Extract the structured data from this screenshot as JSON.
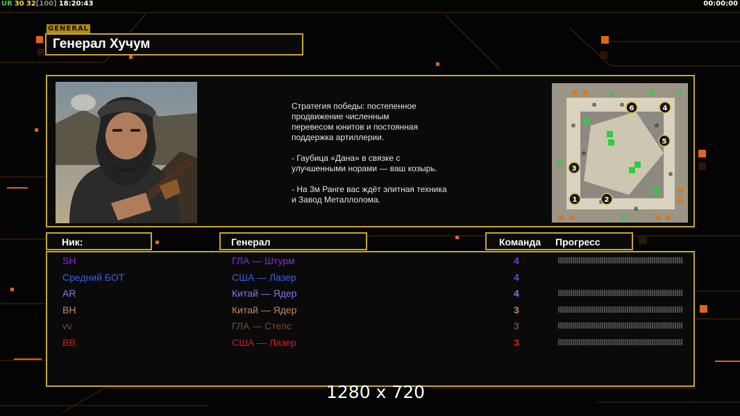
{
  "hud": {
    "flag": "UR",
    "v1": "30",
    "v2": "32",
    "v3": "[100]",
    "time": "18:20:43",
    "timer": "00:00:00"
  },
  "general": {
    "tag": "GENERAL",
    "name": "Генерал Хучум"
  },
  "description": [
    "Стратегия победы: постепенное\nпродвижение численным\nперевесом юнитов и постоянная\nподдержка артиллерии.",
    "- Гаубица «Дана» в связке с\nулучшенными норами — ваш козырь.",
    "- На 3м Ранге вас ждёт элитная техника\nи Завод Металлолома."
  ],
  "map": {
    "slots": [
      "1",
      "2",
      "3",
      "4",
      "5",
      "6"
    ]
  },
  "table": {
    "nick_header": "Ник:",
    "general_header": "Генерал",
    "team_header": "Команда",
    "progress_header": "Прогресс"
  },
  "players": [
    {
      "nick": "SH",
      "general": "ГЛА — Штурм",
      "team": "4",
      "color": "#8a2be2",
      "progress": 0
    },
    {
      "nick": "Средний БОТ",
      "general": "США — Лазер",
      "team": "4",
      "color": "#3f5fe6",
      "progress": null
    },
    {
      "nick": "AR",
      "general": "Китай — Ядер",
      "team": "4",
      "color": "#7b7bea",
      "progress": 0
    },
    {
      "nick": "BH",
      "general": "Китай — Ядер",
      "team": "3",
      "color": "#c08a60",
      "progress": 0
    },
    {
      "nick": "vv",
      "general": "ГЛА — Стелс",
      "team": "3",
      "color": "#7a4a2a",
      "progress": 0
    },
    {
      "nick": "BB",
      "general": "США — Лазер",
      "team": "3",
      "color": "#e01515",
      "progress": 0
    }
  ],
  "resolution": "1280 x 720"
}
